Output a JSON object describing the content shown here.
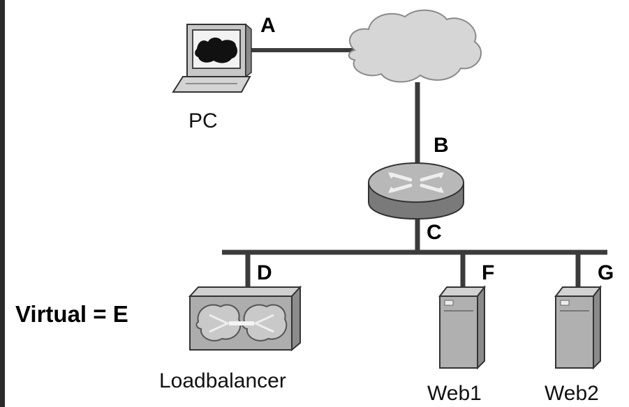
{
  "points": {
    "a": "A",
    "b": "B",
    "c": "C",
    "d": "D",
    "f": "F",
    "g": "G"
  },
  "devices": {
    "pc": "PC",
    "loadbalancer": "Loadbalancer",
    "web1": "Web1",
    "web2": "Web2"
  },
  "virtual_label": "Virtual = E",
  "icons": [
    "pc-icon",
    "cloud-icon",
    "router-icon",
    "loadbalancer-icon",
    "server-icon"
  ],
  "colors": {
    "link": "#3b3b3b",
    "device_gray": "#b5b5b5",
    "device_dark": "#6e6e6e",
    "cloud": "#d6d6d6"
  }
}
